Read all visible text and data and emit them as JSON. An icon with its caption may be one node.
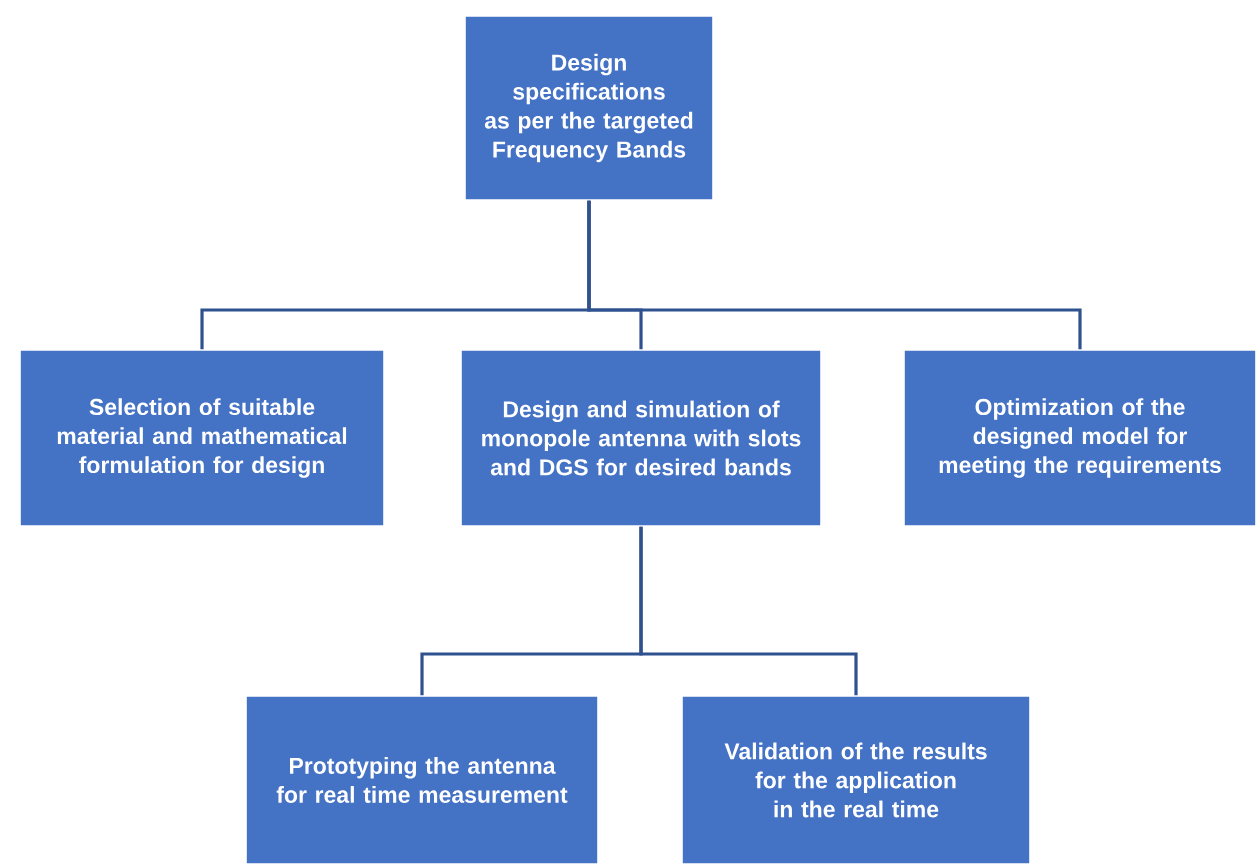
{
  "diagram": {
    "nodes": [
      {
        "text": [
          "Design specifications as per the targeted Frequency Bands"
        ]
      },
      {
        "text": [
          "Selection of suitable material and mathematical formulation for design"
        ]
      },
      {
        "text": [
          "Design and simulation of monopole antenna with slots and DGS for desired bands"
        ]
      },
      {
        "text": [
          "Optimization of the designed model for meeting the requirements"
        ]
      },
      {
        "text": [
          "Prototyping the antenna for real time measurement"
        ]
      },
      {
        "text": [
          "Validation of the results for the application in the  real time"
        ]
      }
    ],
    "edges": [
      {
        "from": 0,
        "to": 1,
        "arrow": "none"
      },
      {
        "from": 0,
        "to": 2,
        "arrow": "none"
      },
      {
        "from": 0,
        "to": 3,
        "arrow": "none"
      },
      {
        "from": 2,
        "to": 4,
        "arrow": "none"
      },
      {
        "from": 2,
        "to": 5,
        "arrow": "none"
      }
    ]
  }
}
